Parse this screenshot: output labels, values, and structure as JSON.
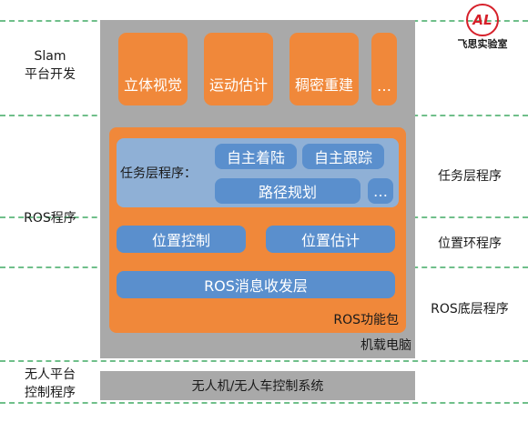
{
  "logo": {
    "text": "飞思实验室",
    "mark": "AL",
    "color": "#d6202a"
  },
  "left_labels": {
    "slam_1": "Slam",
    "slam_2": "平台开发",
    "ros": "ROS程序",
    "uav_1": "无人平台",
    "uav_2": "控制程序"
  },
  "right_labels": {
    "task": "任务层程序",
    "position": "位置环程序",
    "base": "ROS底层程序"
  },
  "slam_boxes": [
    "立体视觉",
    "运动估计",
    "稠密重建",
    "…"
  ],
  "task_layer": {
    "title": "任务层程序：",
    "items": [
      "自主着陆",
      "自主跟踪",
      "路径规划",
      "…"
    ]
  },
  "position_boxes": [
    "位置控制",
    "位置估计"
  ],
  "ros_msg_layer": "ROS消息收发层",
  "ros_pkg_label": "ROS功能包",
  "onboard_label": "机载电脑",
  "control_system": "无人机/无人车控制系统",
  "colors": {
    "orange": "#f0883a",
    "gray": "#a9a9a9",
    "blue_outer": "#8fb0d6",
    "blue": "#5a8fcd",
    "dash": "#6fbf8a"
  }
}
